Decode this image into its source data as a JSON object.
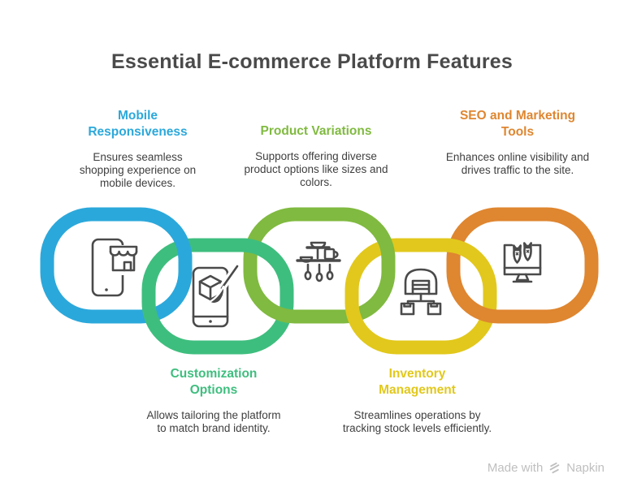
{
  "title": "Essential E-commerce Platform Features",
  "features": [
    {
      "id": "mobile-responsiveness",
      "title": "Mobile Responsiveness",
      "description": "Ensures seamless shopping experience on mobile devices.",
      "color": "#2BA8DB",
      "icon": "smartphone-storefront-icon",
      "row": "top"
    },
    {
      "id": "customization-options",
      "title": "Customization Options",
      "description": "Allows tailoring the platform to match brand identity.",
      "color": "#3EBE7E",
      "icon": "phone-paintbrush-icon",
      "row": "bottom"
    },
    {
      "id": "product-variations",
      "title": "Product Variations",
      "description": "Supports offering diverse product options like sizes and colors.",
      "color": "#80BA40",
      "icon": "product-shelf-icon",
      "row": "top"
    },
    {
      "id": "inventory-management",
      "title": "Inventory Management",
      "description": "Streamlines operations by tracking stock levels efficiently.",
      "color": "#E2C81C",
      "icon": "warehouse-boxes-icon",
      "row": "bottom"
    },
    {
      "id": "seo-marketing",
      "title": "SEO and Marketing Tools",
      "description": "Enhances online visibility and drives traffic to the site.",
      "color": "#DF8630",
      "icon": "monitor-rockets-icon",
      "row": "top"
    }
  ],
  "icon_color": "#4a4a4a",
  "footer": {
    "made_with": "Made with",
    "brand": "Napkin",
    "logo_icon": "napkin-logo-icon"
  }
}
